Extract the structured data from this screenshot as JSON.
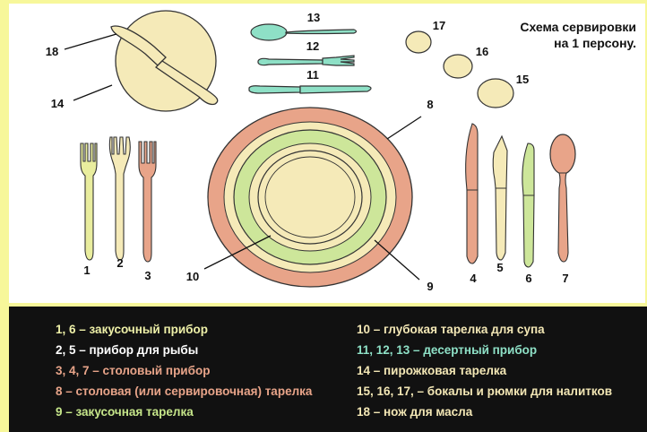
{
  "title": {
    "line1": "Схема сервировки",
    "line2": "на 1 персону."
  },
  "labels": {
    "n1": "1",
    "n2": "2",
    "n3": "3",
    "n4": "4",
    "n5": "5",
    "n6": "6",
    "n7": "7",
    "n8": "8",
    "n9": "9",
    "n10": "10",
    "n11": "11",
    "n12": "12",
    "n13": "13",
    "n14": "14",
    "n15": "15",
    "n16": "16",
    "n17": "17",
    "n18": "18"
  },
  "legend": {
    "left": [
      {
        "text": "1, 6 – закусочный прибор",
        "color": "#eef0a8"
      },
      {
        "text": "2, 5 – прибор для рыбы",
        "color": "#ffffff"
      },
      {
        "text": "3, 4, 7 – столовый прибор",
        "color": "#e8a489"
      },
      {
        "text": "8 – столовая (или сервировочная) тарелка",
        "color": "#e8a489"
      },
      {
        "text": "9 – закусочная тарелка",
        "color": "#c6e68a"
      }
    ],
    "right": [
      {
        "text": "10 – глубокая тарелка для супа",
        "color": "#f3e7b5"
      },
      {
        "text": "11, 12, 13 – десертный прибор",
        "color": "#8ee0c6"
      },
      {
        "text": "14 – пирожковая тарелка",
        "color": "#f3e7b5"
      },
      {
        "text": "15, 16, 17, – бокалы и рюмки для налитков",
        "color": "#f3e7b5"
      },
      {
        "text": "18 – нож для масла",
        "color": "#f3e7b5"
      }
    ]
  },
  "colors": {
    "pink": "#e8a489",
    "green": "#cde69a",
    "cream": "#f5eab8",
    "mint": "#8ee0c6",
    "yellow_bg": "#f7f79a"
  }
}
